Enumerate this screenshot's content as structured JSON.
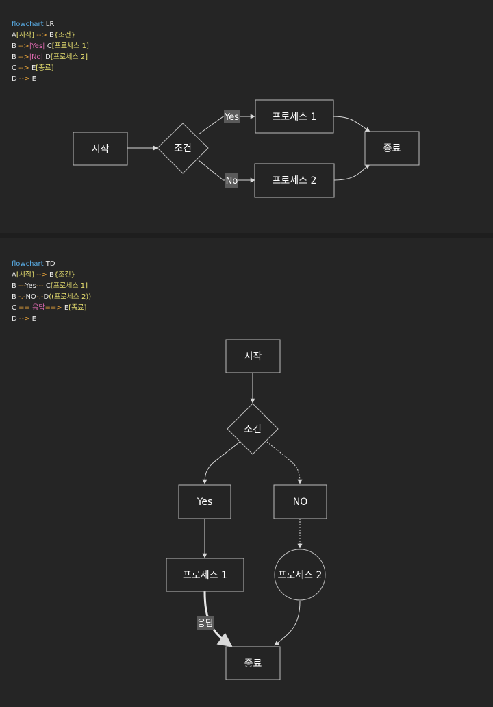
{
  "lr": {
    "code": [
      [
        {
          "t": "flowchart",
          "c": "kw"
        },
        {
          "t": " LR",
          "c": ""
        }
      ],
      [
        {
          "t": "A",
          "c": ""
        },
        {
          "t": "[시작]",
          "c": "nd"
        },
        {
          "t": " --> ",
          "c": "ar"
        },
        {
          "t": "B",
          "c": ""
        },
        {
          "t": "{조건}",
          "c": "nd"
        }
      ],
      [
        {
          "t": "B ",
          "c": ""
        },
        {
          "t": "-->",
          "c": "ar"
        },
        {
          "t": "|Yes|",
          "c": "lb"
        },
        {
          "t": " C",
          "c": ""
        },
        {
          "t": "[프로세스 1]",
          "c": "nd"
        }
      ],
      [
        {
          "t": "B ",
          "c": ""
        },
        {
          "t": "-->",
          "c": "ar"
        },
        {
          "t": "|No|",
          "c": "lb"
        },
        {
          "t": " D",
          "c": ""
        },
        {
          "t": "[프로세스 2]",
          "c": "nd"
        }
      ],
      [
        {
          "t": "C ",
          "c": ""
        },
        {
          "t": "-->",
          "c": "ar"
        },
        {
          "t": " E",
          "c": ""
        },
        {
          "t": "[종료]",
          "c": "nd"
        }
      ],
      [
        {
          "t": "D ",
          "c": ""
        },
        {
          "t": "-->",
          "c": "ar"
        },
        {
          "t": " E",
          "c": ""
        }
      ]
    ],
    "nodes": {
      "start": "시작",
      "condition": "조건",
      "process1": "프로세스 1",
      "process2": "프로세스 2",
      "end": "종료"
    },
    "edge_labels": {
      "yes": "Yes",
      "no": "No"
    }
  },
  "td": {
    "code": [
      [
        {
          "t": "flowchart",
          "c": "kw"
        },
        {
          "t": " TD",
          "c": ""
        }
      ],
      [
        {
          "t": "A",
          "c": ""
        },
        {
          "t": "[시작]",
          "c": "nd"
        },
        {
          "t": " --> ",
          "c": "ar"
        },
        {
          "t": "B",
          "c": ""
        },
        {
          "t": "{조건}",
          "c": "nd"
        }
      ],
      [
        {
          "t": "B ",
          "c": ""
        },
        {
          "t": "---",
          "c": "ar"
        },
        {
          "t": "Yes",
          "c": ""
        },
        {
          "t": "---",
          "c": "ar"
        },
        {
          "t": " C",
          "c": ""
        },
        {
          "t": "[프로세스 1]",
          "c": "nd"
        }
      ],
      [
        {
          "t": "B ",
          "c": ""
        },
        {
          "t": "-.-",
          "c": "ar"
        },
        {
          "t": "NO",
          "c": ""
        },
        {
          "t": "-.-",
          "c": "ar"
        },
        {
          "t": "D",
          "c": ""
        },
        {
          "t": "((프로세스 2))",
          "c": "nd"
        }
      ],
      [
        {
          "t": "C ",
          "c": ""
        },
        {
          "t": "==",
          "c": "ar"
        },
        {
          "t": " 응답",
          "c": "lb"
        },
        {
          "t": "==>",
          "c": "ar"
        },
        {
          "t": " E",
          "c": ""
        },
        {
          "t": "[종료]",
          "c": "nd"
        }
      ],
      [
        {
          "t": "D ",
          "c": ""
        },
        {
          "t": "-->",
          "c": "ar"
        },
        {
          "t": " E",
          "c": ""
        }
      ]
    ],
    "nodes": {
      "start": "시작",
      "condition": "조건",
      "yes": "Yes",
      "no": "NO",
      "process1": "프로세스 1",
      "process2": "프로세스 2",
      "end": "종료"
    },
    "edge_labels": {
      "response": "응답"
    }
  },
  "colors": {
    "background": "#1e1e1e",
    "panel": "#252525",
    "keyword": "#5aaee8",
    "arrow": "#e8a33a",
    "edge_label": "#e06ab2",
    "node_text": "#e8e070"
  }
}
